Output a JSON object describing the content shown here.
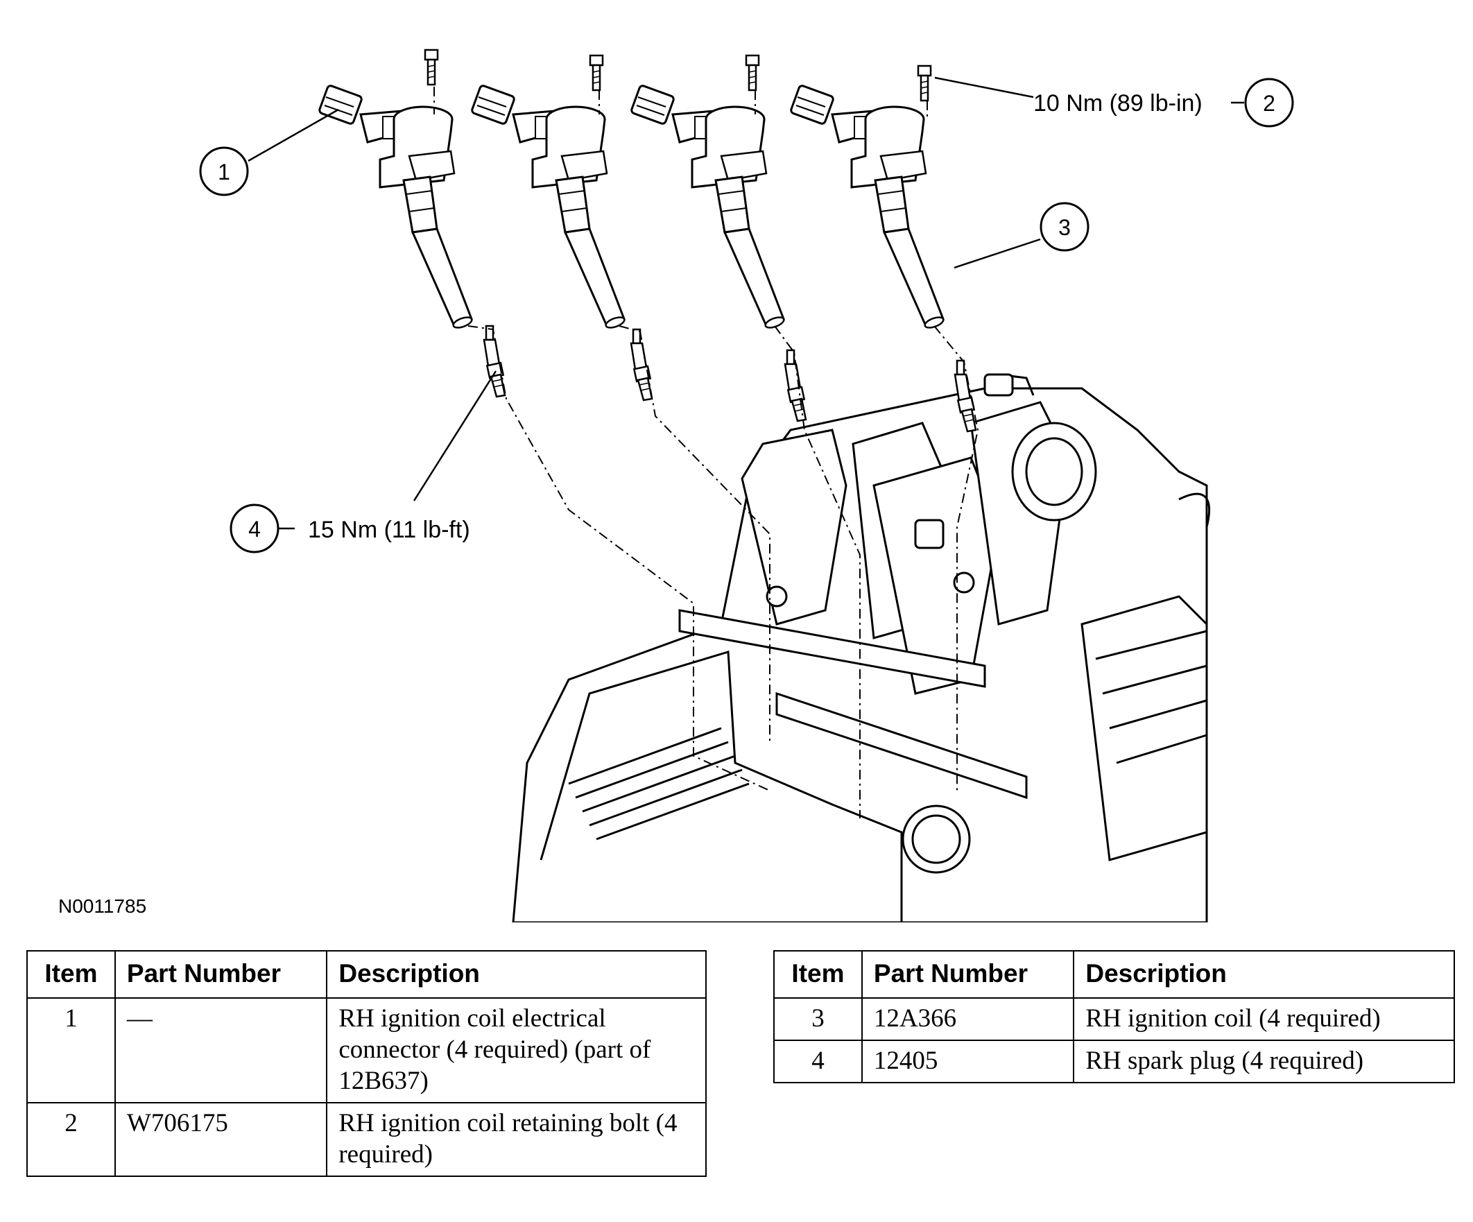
{
  "diagram": {
    "figure_id": "N0011785",
    "callouts": [
      {
        "number": "1",
        "text": ""
      },
      {
        "number": "2",
        "text": "10 Nm (89 lb-in)"
      },
      {
        "number": "3",
        "text": ""
      },
      {
        "number": "4",
        "text": "15 Nm (11 lb-ft)"
      }
    ]
  },
  "tables": [
    {
      "headers": [
        "Item",
        "Part Number",
        "Description"
      ],
      "rows": [
        {
          "item": "1",
          "part_number": "—",
          "description": "RH ignition coil electrical connector (4 required) (part of 12B637)"
        },
        {
          "item": "2",
          "part_number": "W706175",
          "description": "RH ignition coil retaining bolt (4 required)"
        }
      ]
    },
    {
      "headers": [
        "Item",
        "Part Number",
        "Description"
      ],
      "rows": [
        {
          "item": "3",
          "part_number": "12A366",
          "description": "RH ignition coil (4 required)"
        },
        {
          "item": "4",
          "part_number": "12405",
          "description": "RH spark plug (4 required)"
        }
      ]
    }
  ]
}
